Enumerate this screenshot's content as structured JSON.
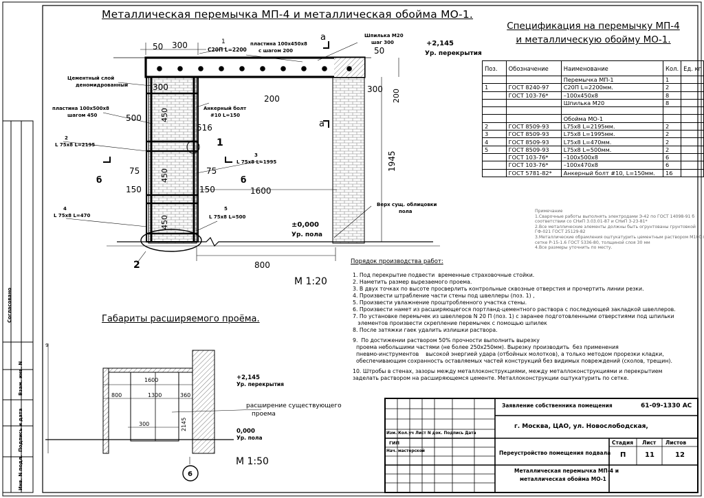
{
  "titles": {
    "main": "Металлическая перемычка МП-4 и металлическая обойма МО-1.",
    "spec_line1": "Спецификация на перемычку МП-4",
    "spec_line2": "и металлическую обойму МО-1.",
    "opening": "Габариты расширяемого проёма.",
    "scale_main": "М 1:20",
    "scale_small": "М 1:50"
  },
  "spec_table": {
    "headers": [
      "Поз.",
      "Обозначение",
      "Наименование",
      "Кол.",
      "Ед. кг"
    ],
    "rows": [
      [
        "",
        "",
        "Перемычка МП-1",
        "1",
        ""
      ],
      [
        "1",
        "ГОСТ 8240-97",
        "С20П              L=2200мм.",
        "2",
        ""
      ],
      [
        "",
        "ГОСТ 103-76*",
        "–100х450х8",
        "8",
        ""
      ],
      [
        "",
        "",
        "Шпилька М20",
        "8",
        ""
      ],
      [
        "",
        "",
        "",
        "",
        ""
      ],
      [
        "",
        "",
        "Обойма МО-1",
        "",
        ""
      ],
      [
        "2",
        "ГОСТ 8509-93",
        "L75х8              L=2195мм.",
        "2",
        ""
      ],
      [
        "3",
        "ГОСТ 8509-93",
        "L75х8              L=1995мм.",
        "2",
        ""
      ],
      [
        "4",
        "ГОСТ 8509-93",
        "L75х8              L=470мм.",
        "2",
        ""
      ],
      [
        "5",
        "ГОСТ 8509-93",
        "L75х8              L=500мм.",
        "2",
        ""
      ],
      [
        "",
        "ГОСТ 103-76*",
        "–100х500х8",
        "6",
        ""
      ],
      [
        "",
        "ГОСТ 103-76*",
        "–100х470х8",
        "6",
        ""
      ],
      [
        "",
        "ГОСТ 5781-82*",
        "Анкерный болт #10, L=150мм.",
        "16",
        ""
      ]
    ]
  },
  "notes": [
    "Примечание",
    "1.Сварочные работы выполнять электродами Э-42 по ГОСТ 14098-91 б",
    "  соответствии со СНиП 3.03.01-87 и СНиП 3-23-81*",
    "2.Все металлические элементы должны быть огрунтованы грунтовкой",
    "  ГФ-021 ГОСТ 25129-82",
    "3.Металлические обрамления оштукатурить цементным раствором М100 по",
    "  сетке Р-15-1.6 ГОСТ 5336-80, толщиной слоя 30 мм",
    "4.Все размеры уточнить по месту."
  ],
  "work_order": {
    "title": "Порядок производства работ:",
    "steps": [
      "1. Под перекрытие подвести  временные страховочные стойки.",
      "2. Наметить размер вырезаемого проема.",
      "3. В двух точках по высоте просверлить контрольные сквозные отверстия и прочертить линии резки.",
      "4. Произвести штрабление части стены под швеллеры (поз. 1) ,",
      "5. Произвести увлажнение проштробленного участка стены.",
      "6. Произвести намет из расширяющегося портланд-цементного раствора с последующей закладкой швеллеров.",
      "7. По установке перемычек из швеллеров N 20 П (поз. 1) с заранее подготовленными отверстиями под шпильки",
      "   элементов произвести скрепление перемычек с помощью шпилек",
      "8. После затяжки гаек удалить излишки раствора.",
      "",
      "9.  По достижении раствором 50% прочности выполнить вырезку",
      "  проема небольшими частями (не более 250х250мм). Вырезку производить  без применения",
      "  пневмо-инструментов    высокой энергией удара (отбойных молотков), а только методом прорезки кладки,",
      "  обеспечивающим сохранность оставляемых частей конструкций без видимых повреждений (сколов, трещин).",
      "",
      "10. Штробы в стенах, зазоры между металлоконструкциями, между металлоконструкциями и перекрытием",
      "заделать раствором на расширяющемся цементе. Металлоконструкции оштукатурить по сетке."
    ]
  },
  "stamp": {
    "code": "61-09-1330 АС",
    "object": "Заявление собственника помещения",
    "address": "г. Москва, ЦАО, ул. Новослободская,",
    "project": "Переустройство помещения подвала",
    "sheet_title_1": "Металлическая перемычка МП-4 и",
    "sheet_title_2": "металлическая обойма МО-1",
    "stage_label": "Стадия",
    "sheet_label": "Лист",
    "sheets_label": "Листов",
    "stage": "П",
    "sheet": "11",
    "sheets": "12",
    "col_headers": "Изм. Кол.уч Лист N док. Подпись Дата",
    "sign_row1": "ГИП",
    "sign_row2": "Нач. мастерской"
  },
  "side_labels": [
    "Инв. N подл.",
    "Подпись и дата",
    "Взам. инв. N",
    "Согласовано"
  ],
  "elevation": {
    "dim_50_left": "50",
    "dim_300_top": "300",
    "dim_1": "1",
    "c20p": "С20П L=2200",
    "plate_450": "пластина 100х450х8",
    "step_200": "с шагом 200",
    "stud": "Шпилька М20",
    "stud_step": "шаг 300",
    "elev_2145": "+2,145",
    "floor_slab": "Ур. перекрытия",
    "dim_50_right": "50",
    "cement_1": "Цементный слой",
    "cement_2": "деномидрованный",
    "dim_300_left": "300",
    "dim_300_right": "300",
    "dim_200_h": "200",
    "dim_200_v": "200",
    "plate_500": "пластина 100х500х8",
    "step_450": "шагом 450",
    "anchor": "Анкерный болт",
    "anchor_size": "#10 L=150",
    "dim_500": "500",
    "dim_450a": "450",
    "dim_516": "516",
    "pos2": "2",
    "pos2_len": "L 75х8 L=2195",
    "pos3": "3",
    "pos3_len": "L 75х8 L=1995",
    "dim_75a": "75",
    "dim_75b": "75",
    "delta_left": "б",
    "delta_right": "б",
    "dim_150a": "150",
    "dim_150b": "150",
    "dim_450b": "450",
    "dim_1600": "1600",
    "dim_1945": "1945",
    "dim_450c": "450",
    "pos4": "4",
    "pos4_len": "L 75х8 L=470",
    "pos5": "5",
    "pos5_len": "L 75х8 L=500",
    "wall_1": "Верх сущ. облицовки",
    "wall_2": "пола",
    "elev_0": "±0,000",
    "floor": "Ур. пола",
    "dim_800": "800",
    "node_1": "1",
    "node_2": "2",
    "section_a1": "а",
    "section_a2": "а"
  },
  "small": {
    "elev": "+2,145",
    "slab": "Ур. перекрытия",
    "d1600": "1600",
    "d800": "800",
    "d1300": "1300",
    "d360": "360",
    "d300": "300",
    "d2145": "2145",
    "expand_1": "расширение существующего",
    "expand_2": "проема",
    "zero": "0,000",
    "floor": "Ур. пола",
    "d9": "9",
    "circle": "6"
  }
}
